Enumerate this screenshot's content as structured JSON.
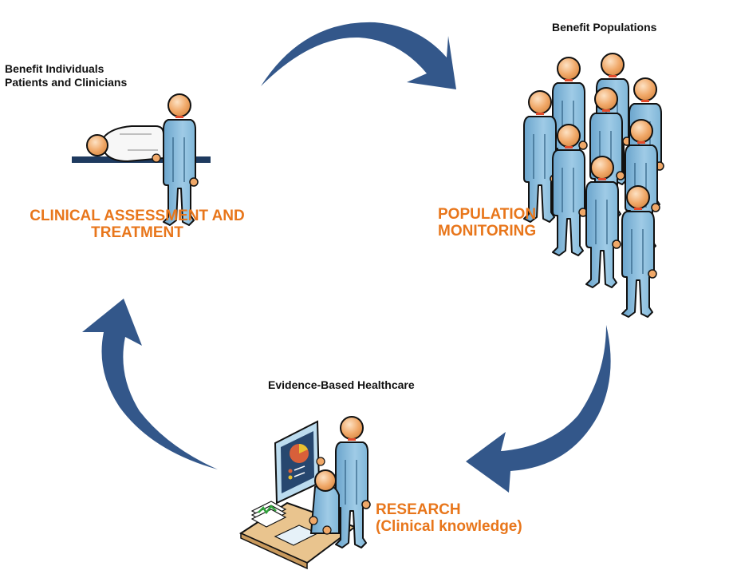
{
  "diagram": {
    "title": "Evidence-Based Healthcare cycle",
    "colors": {
      "arrow": "#33578a",
      "label_accent": "#e8761b",
      "figure_body": "#7fb6d8",
      "figure_head": "#f0a868",
      "stretcher": "#1e3a5f"
    },
    "nodes": [
      {
        "id": "clinical",
        "caption_lines": [
          "Benefit Individuals",
          "Patients and Clinicians"
        ],
        "title_lines": [
          "CLINICAL ASSESSMENT AND",
          "TREATMENT"
        ],
        "icon": "clinician-with-patient-icon"
      },
      {
        "id": "population",
        "caption_lines": [
          "Benefit Populations"
        ],
        "title_lines": [
          "POPULATION",
          "MONITORING"
        ],
        "icon": "crowd-of-people-icon"
      },
      {
        "id": "research",
        "caption_lines": [
          "Evidence-Based Healthcare"
        ],
        "title_lines": [
          "RESEARCH",
          "(Clinical knowledge)"
        ],
        "icon": "researchers-at-workstation-icon"
      }
    ],
    "edges": [
      {
        "from": "clinical",
        "to": "population",
        "icon": "curved-arrow-right-icon"
      },
      {
        "from": "population",
        "to": "research",
        "icon": "curved-arrow-down-left-icon"
      },
      {
        "from": "research",
        "to": "clinical",
        "icon": "curved-arrow-up-icon"
      }
    ]
  }
}
